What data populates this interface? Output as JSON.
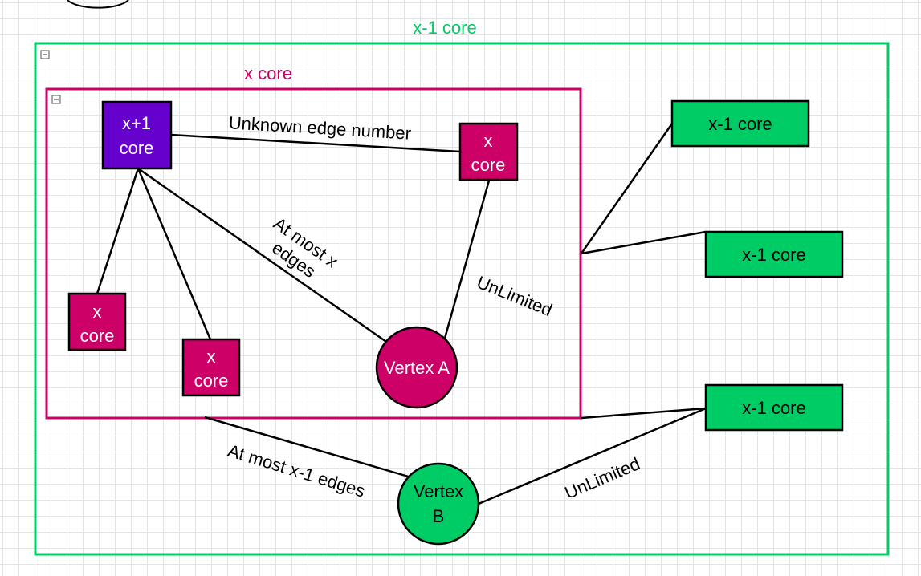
{
  "groups": {
    "outer_label": "x-1 core",
    "inner_label": "x core"
  },
  "nodes": {
    "xplus1": [
      "x+1",
      "core"
    ],
    "x_top_right": [
      "x",
      "core"
    ],
    "x_bottom_left": [
      "x",
      "core"
    ],
    "x_bottom_mid": [
      "x",
      "core"
    ],
    "vertex_a": "Vertex A",
    "vertex_b": [
      "Vertex",
      "B"
    ],
    "right_1": "x-1 core",
    "right_2": "x-1 core",
    "right_3": "x-1 core"
  },
  "edge_labels": {
    "unknown": "Unknown edge number",
    "at_most_x": [
      "At most x",
      "edges"
    ],
    "unlimited_a": "UnLimited",
    "at_most_x1": "At most x-1 edges",
    "unlimited_b": "UnLimited"
  },
  "colors": {
    "outer_border": "#00cc66",
    "inner_border": "#cc0066",
    "x_core_fill": "#cc0066",
    "xplus1_fill": "#6600cc",
    "green_fill": "#00cc66"
  }
}
